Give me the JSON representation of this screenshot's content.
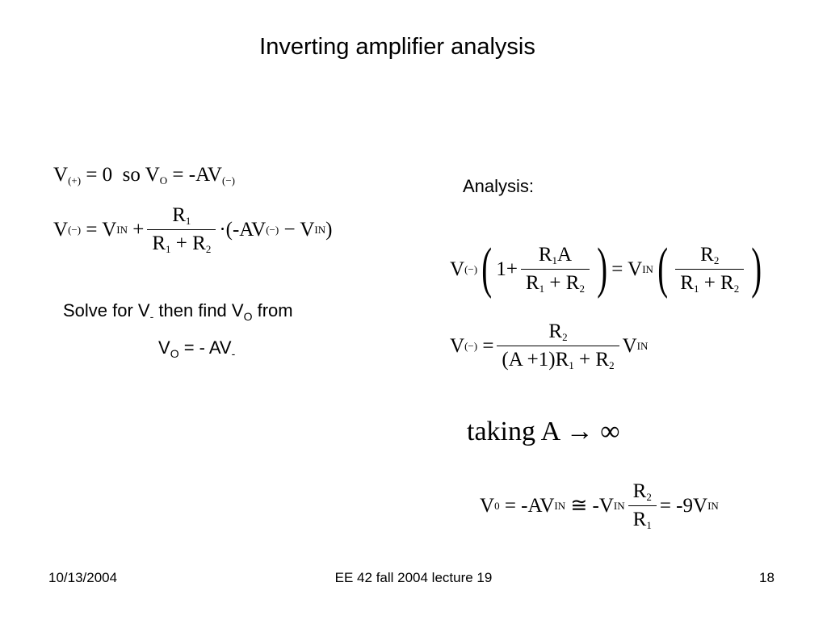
{
  "title": "Inverting amplifier analysis",
  "left": {
    "eq1": {
      "v": "V",
      "sub_plus": "(+)",
      "eq": "= 0",
      "so": "so",
      "vo": "V",
      "vo_sub": "O",
      "eq2": "= -AV",
      "sub_minus": "(−)"
    },
    "eq2": {
      "v": "V",
      "sub_minus": "(−)",
      "eq": "= V",
      "in": "IN",
      "plus": "+",
      "num": "R",
      "num_sub": "1",
      "den": "R",
      "den_sub1": "1",
      "den_plus": "+ R",
      "den_sub2": "2",
      "dot": "·(-AV",
      "sub_minus2": "(−)",
      "minus": "− V",
      "in2": "IN",
      "close": ")"
    },
    "solve_line": {
      "a": "Solve for V",
      "sub_a": "-",
      "b": " then find V",
      "sub_b": "O",
      "c": " from"
    },
    "vo_line": {
      "a": "V",
      "sub_a": "O",
      "b": " =  - AV",
      "sub_b": "-"
    }
  },
  "right": {
    "analysis_label": "Analysis:",
    "eq3": {
      "v": "V",
      "sub_minus": "(−)",
      "one_plus": "1+",
      "num1": "R",
      "num1_sub": "1",
      "num1_a": "A",
      "den1": "R",
      "den1_sub1": "1",
      "den1_plus": "+ R",
      "den1_sub2": "2",
      "eq": "= V",
      "in": "IN",
      "num2": "R",
      "num2_sub": "2",
      "den2": "R",
      "den2_sub1": "1",
      "den2_plus": "+ R",
      "den2_sub2": "2"
    },
    "eq4": {
      "v": "V",
      "sub_minus": "(−)",
      "eq": "=",
      "num": "R",
      "num_sub": "2",
      "den_a": "(A +1)R",
      "den_sub1": "1",
      "den_plus": "+ R",
      "den_sub2": "2",
      "vin": "V",
      "in": "IN"
    },
    "taking": "taking A → ∞",
    "eq5": {
      "v": "V",
      "v_sub": "0",
      "eq1": "= -AV",
      "in1": "IN",
      "approx": "≅ -V",
      "in2": "IN",
      "num": "R",
      "num_sub": "2",
      "den": "R",
      "den_sub": "1",
      "eq2": "= -9V",
      "in3": "IN"
    }
  },
  "footer": {
    "date": "10/13/2004",
    "center": "EE 42 fall 2004 lecture 19",
    "page": "18"
  }
}
